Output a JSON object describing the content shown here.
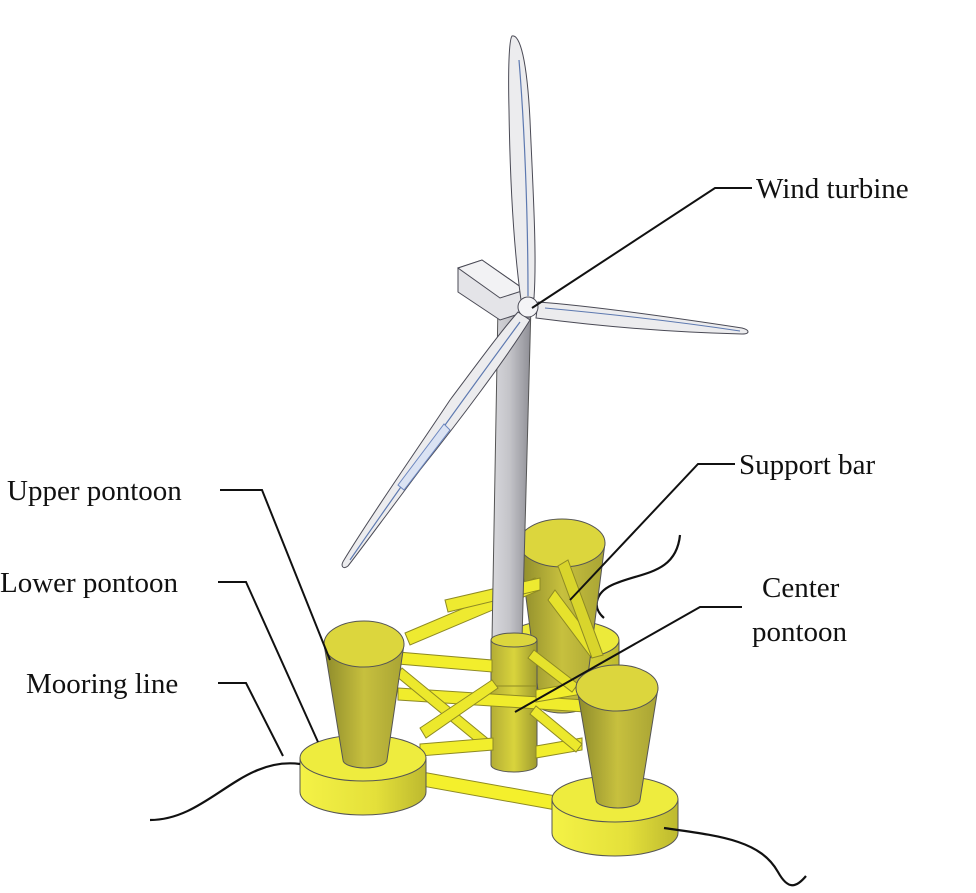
{
  "labels": {
    "wind_turbine": "Wind turbine",
    "support_bar": "Support bar",
    "upper_pontoon": "Upper pontoon",
    "lower_pontoon": "Lower pontoon",
    "mooring_line": "Mooring line",
    "center_pontoon_line1": "Center",
    "center_pontoon_line2": "pontoon"
  },
  "colors": {
    "pontoon": "#ecea3a",
    "pontoon_dark": "#b9b632",
    "cone": "#c9c23f",
    "cone_shade": "#8f8a2a",
    "bar": "#f2ee2c",
    "tower": "#bcbcc2",
    "blade": "#ececee",
    "blade_edge": "#4f6aa3"
  }
}
